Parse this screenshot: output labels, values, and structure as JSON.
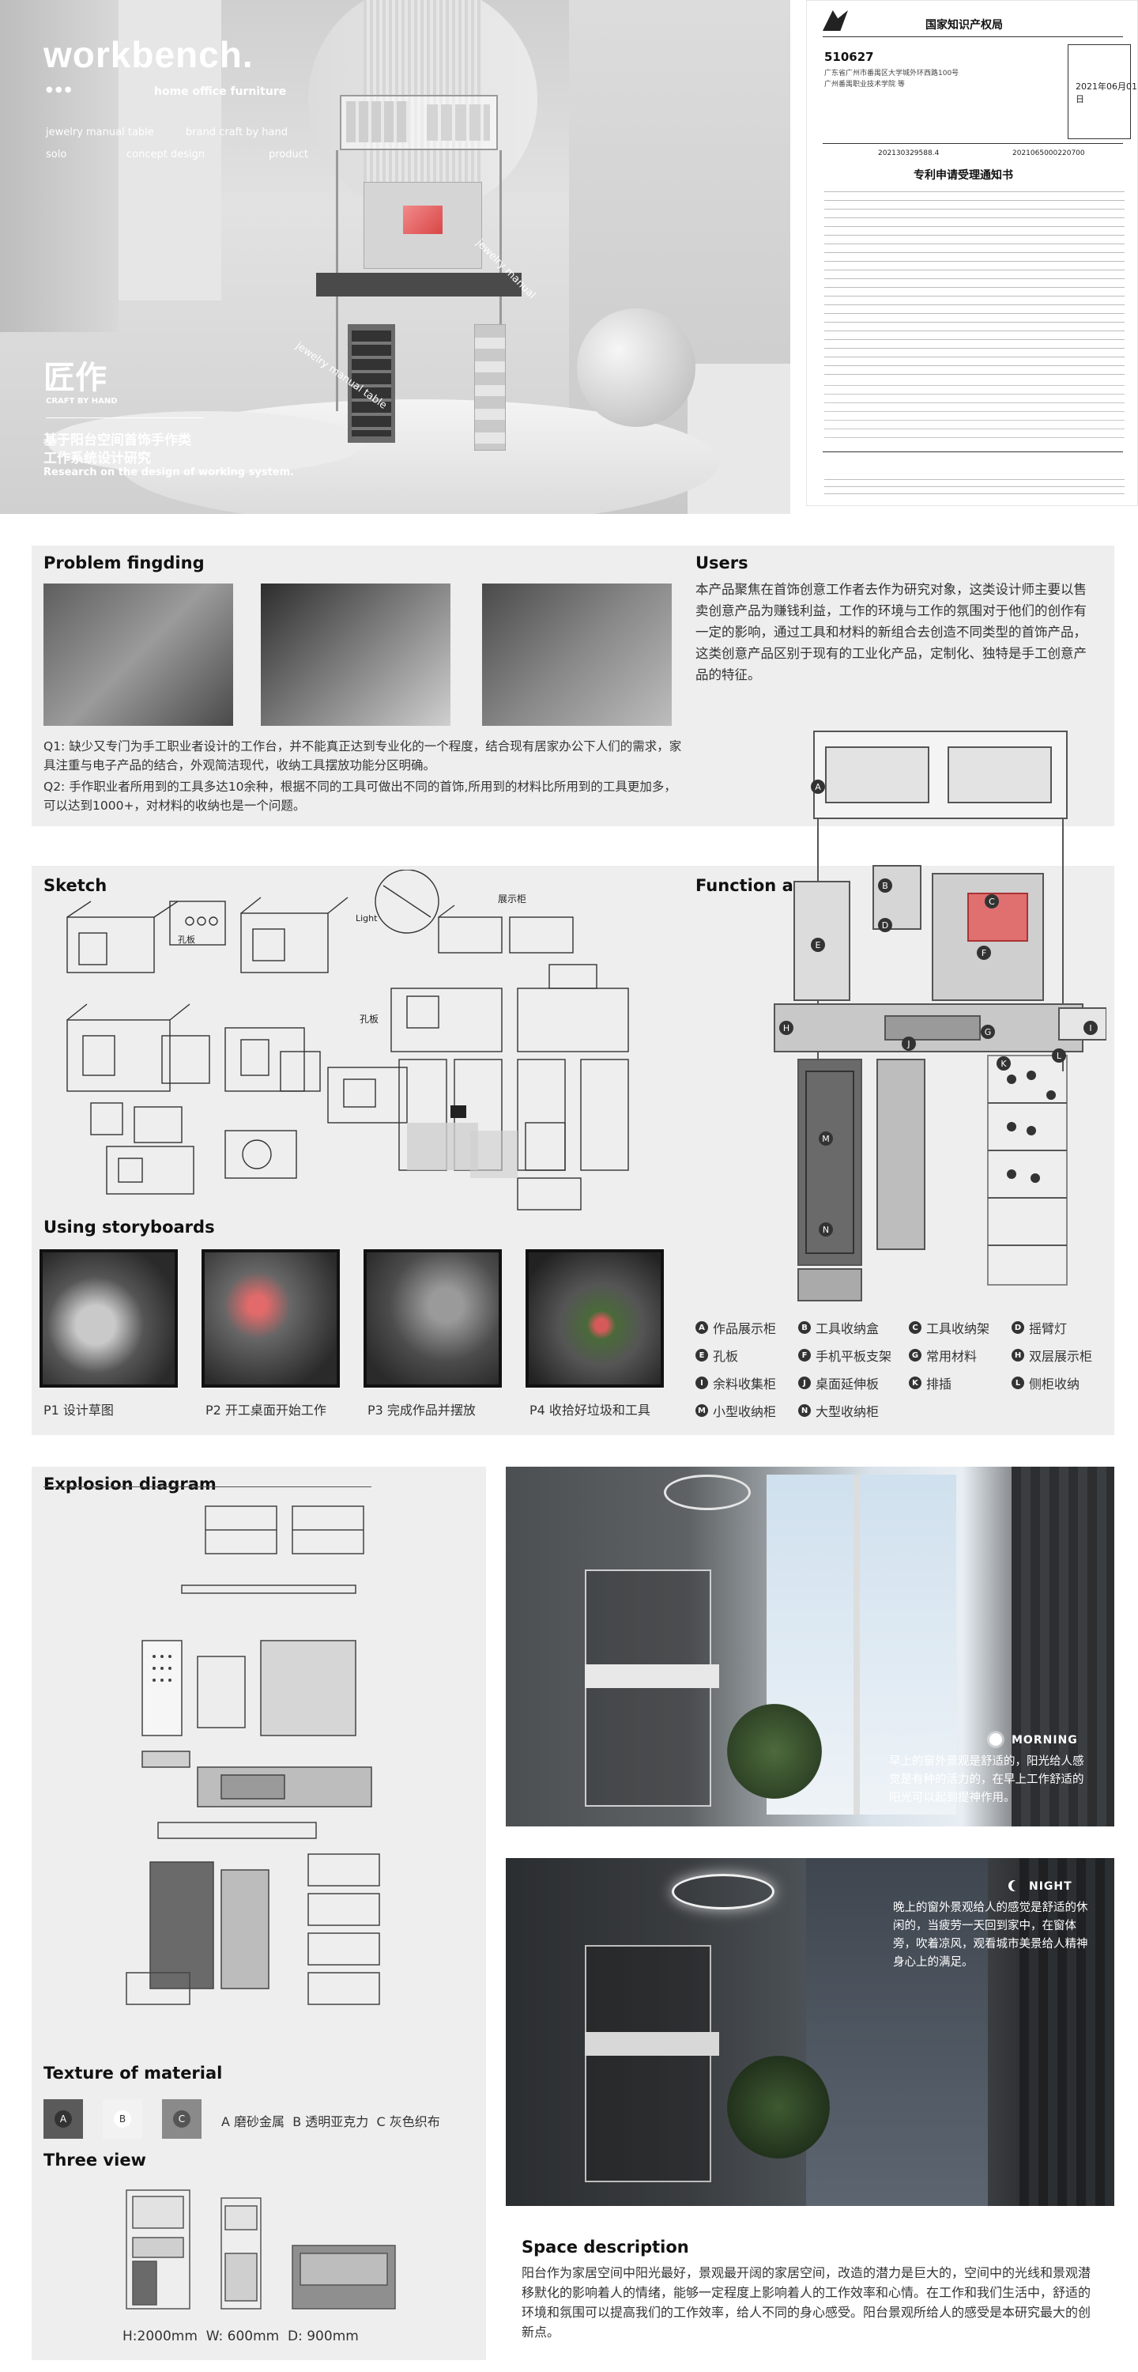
{
  "hero": {
    "brand": "workbench.",
    "dots": "● ● ●",
    "subtitle": "home office furniture",
    "nav": [
      "jewelry manual table",
      "brand craft by hand",
      "product"
    ],
    "nav2": [
      "solo",
      "concept design"
    ],
    "craft_cn": "匠作",
    "craft_en": "CRAFT BY HAND",
    "title_cn_1": "基于阳台空间首饰手作类",
    "title_cn_2": "工作系统设计研究",
    "title_en": "Research on the design of working system.",
    "curve_label": "jewelry manual table",
    "curve_label2": "jewelry manual"
  },
  "patent": {
    "authority": "国家知识产权局",
    "code": "510627",
    "addr_1": "广东省广州市番禺区大学城外环西路100号",
    "addr_2": "广州番禺职业技术学院 等",
    "date": "2021年06月01日",
    "title": "专利申请受理通知书",
    "app_no": "202130329588.4",
    "receipt": "2021065000220700"
  },
  "problem": {
    "title": "Problem fingding",
    "q1": "Q1:  缺少又专门为手工职业者设计的工作台，并不能真正达到专业化的一个程度，结合现有居家办公下人们的需求，家具注重与电子产品的结合，外观简洁现代，收纳工具摆放功能分区明确。",
    "q2": "Q2:  手作职业者所用到的工具多达10余种，根据不同的工具可做出不同的首饰,所用到的材料比所用到的工具更加多，可以达到1000+，对材料的收纳也是一个问题。"
  },
  "users": {
    "title": "Users",
    "text": "本产品聚焦在首饰创意工作者去作为研究对象，这类设计师主要以售卖创意产品为赚钱利益，工作的环境与工作的氛围对于他们的创作有一定的影响，通过工具和材料的新组合去创造不同类型的首饰产品，这类创意产品区别于现有的工业化产品，定制化、独特是手工创意产品的特征。"
  },
  "sketch": {
    "title": "Sketch",
    "labels": [
      "孔板",
      "展示柜",
      "Light",
      "孔板"
    ]
  },
  "storyboards": {
    "title": "Using storyboards",
    "captions": [
      "P1 设计草图",
      "P2 开工桌面开始工作",
      "P3 完成作品并摆放",
      "P4 收拾好垃圾和工具"
    ]
  },
  "function": {
    "title": "Function area",
    "legend": [
      {
        "k": "A",
        "v": "作品展示柜"
      },
      {
        "k": "B",
        "v": "工具收纳盒"
      },
      {
        "k": "C",
        "v": "工具收纳架"
      },
      {
        "k": "D",
        "v": "摇臂灯"
      },
      {
        "k": "E",
        "v": "孔板"
      },
      {
        "k": "F",
        "v": "手机平板支架"
      },
      {
        "k": "G",
        "v": "常用材料"
      },
      {
        "k": "H",
        "v": "双层展示柜"
      },
      {
        "k": "I",
        "v": "余料收集柜"
      },
      {
        "k": "J",
        "v": "桌面延伸板"
      },
      {
        "k": "K",
        "v": "排插"
      },
      {
        "k": "L",
        "v": "侧柜收纳"
      },
      {
        "k": "M",
        "v": "小型收纳柜"
      },
      {
        "k": "N",
        "v": "大型收纳柜"
      }
    ]
  },
  "explosion": {
    "title": "Explosion diagram"
  },
  "material": {
    "title": "Texture of material",
    "swatches": [
      {
        "k": "A",
        "color": "#5a5a5a"
      },
      {
        "k": "B",
        "color": "#f2f2f2"
      },
      {
        "k": "C",
        "color": "#8a8a8a"
      }
    ],
    "legend": "A 磨砂金属  B 透明亚克力  C 灰色织布"
  },
  "three_view": {
    "title": "Three view",
    "dims": "H:2000mm  W: 600mm  D: 900mm"
  },
  "morning": {
    "label": "MORNING",
    "text": "早上的窗外景观是舒适的，阳光给人感觉是有种的活力的，在早上工作舒适的阳光可以起到提神作用。"
  },
  "night": {
    "label": "NIGHT",
    "text": "晚上的窗外景观给人的感觉是舒适的休闲的，当疲劳一天回到家中，在窗体旁，吹着凉风，观看城市美景给人精神身心上的满足。"
  },
  "space": {
    "title": "Space description",
    "text": "阳台作为家居空间中阳光最好，景观最开阔的家居空间，改造的潜力是巨大的，空间中的光线和景观潜移默化的影响着人的情绪，能够一定程度上影响着人的工作效率和心情。在工作和我们生活中，舒适的环境和氛围可以提高我们的工作效率，给人不同的身心感受。阳台景观所给人的感受是本研究最大的创新点。"
  },
  "colors": {
    "panel": "#eeeeee",
    "dark": "#2a2a2a",
    "accent": "#e66060"
  }
}
